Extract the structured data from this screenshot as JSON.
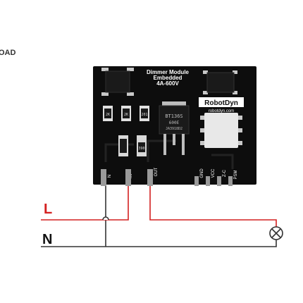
{
  "edge_text": "OAD",
  "module": {
    "title_line1": "Dimmer Module",
    "title_line2": "Embedded",
    "title_line3": "4A-600V",
    "brand": "RobotDyn",
    "brand_url": "robotdyn.com",
    "triac_label_line1": "BT136S",
    "triac_label_line2": "600E",
    "triac_label_line3": "JA3918D2",
    "pin_labels": [
      "N",
      "IN",
      "OUT"
    ],
    "header_labels": [
      "GND",
      "VCC",
      "Z-C",
      "PSM"
    ],
    "resistor_labels": [
      "2K",
      "2K",
      "201"
    ],
    "small_part_label": "390",
    "colors": {
      "pcb": "#0d0d0d",
      "component": "#1a1a1a",
      "silkscreen": "#ffffff",
      "pin_metal": "#9a9a9a"
    }
  },
  "wiring": {
    "line_label": "L",
    "neutral_label": "N",
    "colors": {
      "live": "#d42020",
      "neutral": "#333333",
      "live_label": "#d42020",
      "neutral_label": "#111111"
    }
  },
  "icons": {
    "lamp": "lamp-icon"
  }
}
